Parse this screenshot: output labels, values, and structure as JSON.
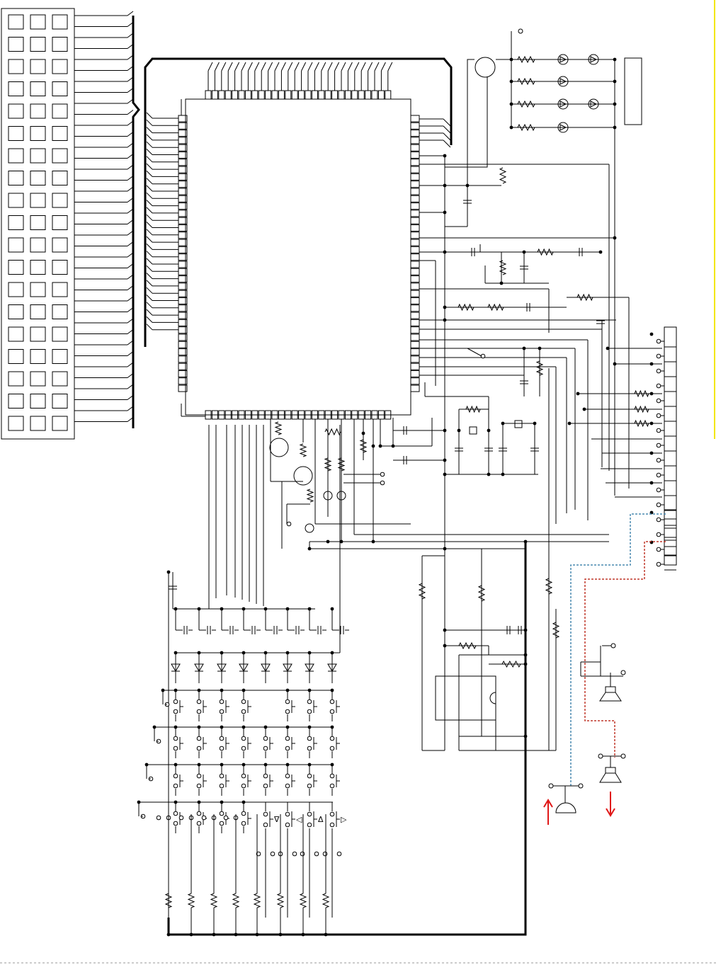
{
  "diagram": {
    "panel": {
      "rows": 19,
      "cols": 3
    },
    "main_ic": {},
    "keypad": {
      "rows": 4,
      "cols": 8,
      "arrow_keys": [
        "∇",
        "◁",
        "Δ",
        "▷"
      ]
    },
    "connector": {
      "pins": 16
    },
    "signal_colors": {
      "in_trace": "#4a8ab0",
      "out_trace": "#c0392b",
      "arrow": "#e01818",
      "margin_line": "#f2e600"
    },
    "audio": {
      "mic_arrow": "up",
      "speaker_arrow": "down"
    }
  }
}
